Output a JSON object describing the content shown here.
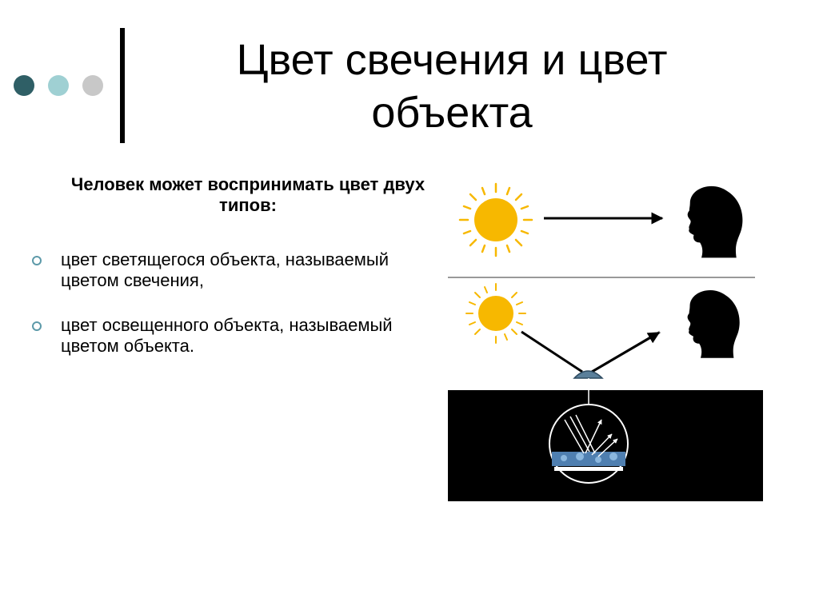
{
  "colors": {
    "dot_dark": "#2f5f66",
    "dot_mid": "#9fd0d3",
    "dot_light": "#c8c8c8",
    "bullet": "#5d9aa9",
    "sun": "#f7b800"
  },
  "title": "Цвет свечения и цвет объекта",
  "subtitle": "Человек может воспринимать цвет двух типов:",
  "bullets": [
    {
      "text": "цвет светящегося объекта, называемый цветом свечения,"
    },
    {
      "text": "цвет освещенного объекта, называемый цветом объекта."
    }
  ],
  "icons": [
    "sun-icon",
    "head-icon",
    "arrow-icon",
    "surface-magnifier-icon"
  ]
}
